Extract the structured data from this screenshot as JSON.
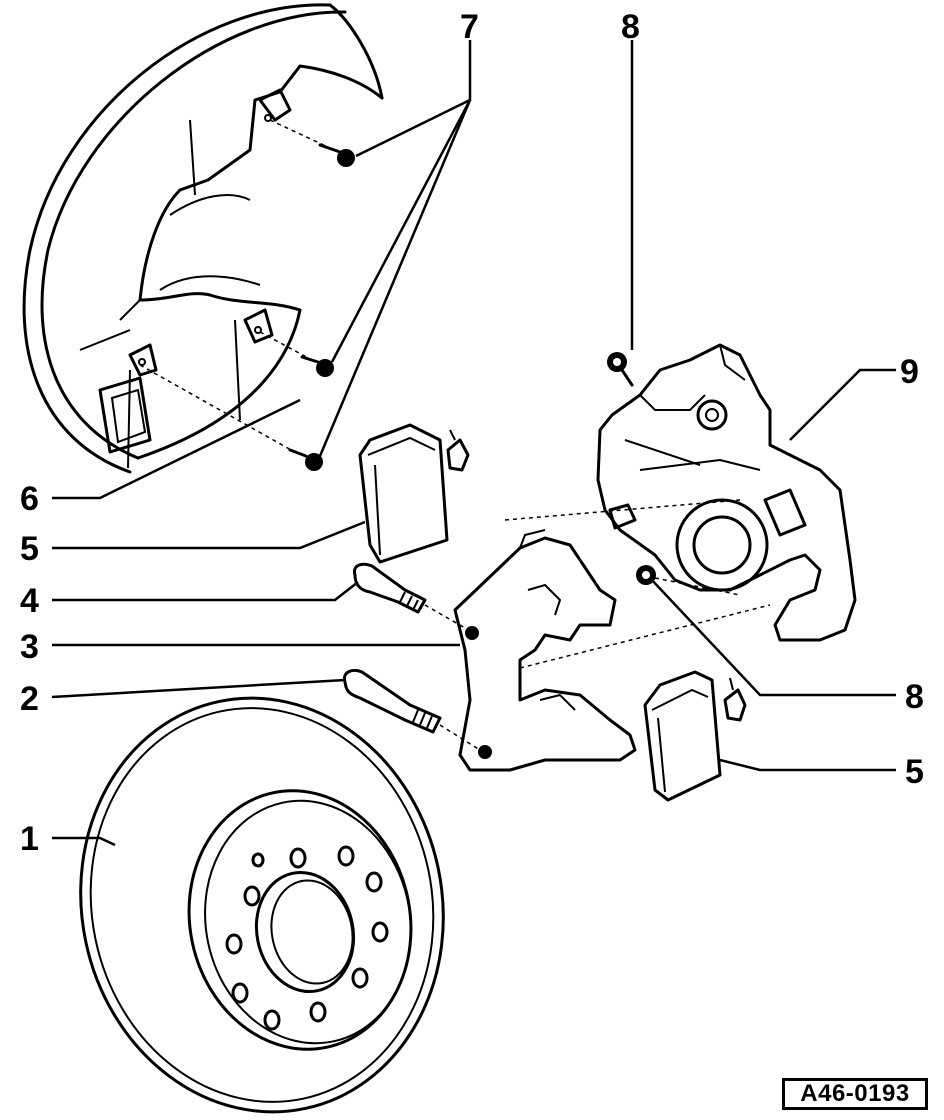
{
  "figure_id": "A46-0193",
  "callouts": {
    "c1": "1",
    "c2": "2",
    "c3": "3",
    "c4": "4",
    "c5a": "5",
    "c5b": "5",
    "c6": "6",
    "c7": "7",
    "c8a": "8",
    "c8b": "8",
    "c9": "9"
  }
}
